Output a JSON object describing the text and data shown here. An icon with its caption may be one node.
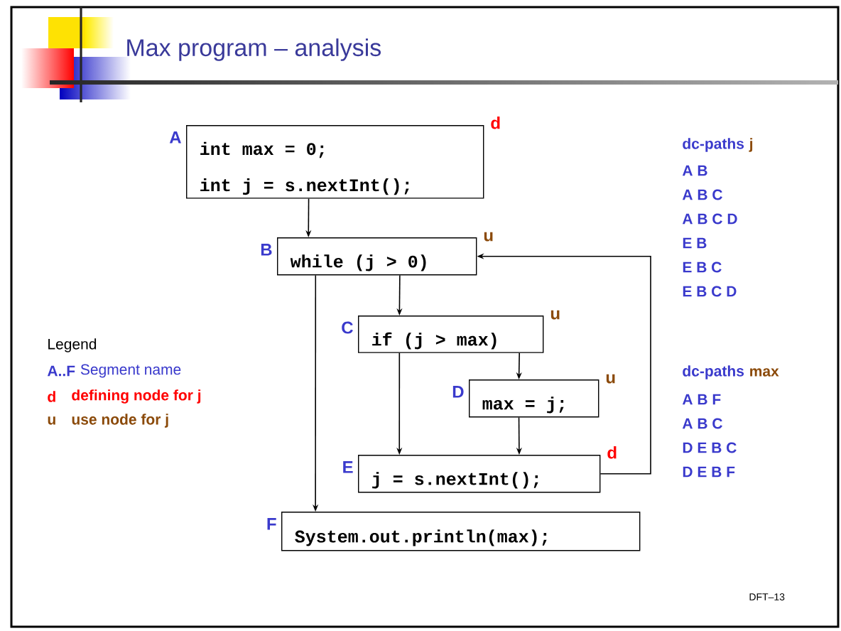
{
  "diagram": {
    "title": "Max program – analysis",
    "nodes": [
      {
        "text": [
          "int max = 0;",
          "int j = s.nextInt();"
        ],
        "beside": [
          "A",
          "d"
        ]
      },
      {
        "text": [
          "while (j > 0)"
        ],
        "beside": [
          "B",
          "u"
        ]
      },
      {
        "text": [
          "if (j > max)"
        ],
        "beside": [
          "C",
          "u"
        ]
      },
      {
        "text": [
          "max = j;"
        ],
        "beside": [
          "D",
          "u"
        ]
      },
      {
        "text": [
          "j = s.nextInt();"
        ],
        "beside": [
          "E",
          "d"
        ]
      },
      {
        "text": [
          "System.out.println(max);"
        ],
        "beside": [
          "F"
        ]
      }
    ],
    "edges": [
      {
        "from": 0,
        "to": 1,
        "arrow": "to"
      },
      {
        "from": 1,
        "to": 2,
        "arrow": "to"
      },
      {
        "from": 1,
        "to": 5,
        "arrow": "to"
      },
      {
        "from": 2,
        "to": 3,
        "arrow": "to"
      },
      {
        "from": 2,
        "to": 4,
        "arrow": "to"
      },
      {
        "from": 3,
        "to": 4,
        "arrow": "to"
      },
      {
        "from": 4,
        "to": 1,
        "arrow": "to"
      }
    ],
    "labels": [
      "Legend",
      "A..F",
      "Segment name",
      "d",
      "defining node for j",
      "u",
      "use node for j",
      "dc-paths",
      "j",
      "A B",
      "A B C",
      "A B C D",
      "E B",
      "E B C",
      "E B C D",
      "dc-paths",
      "max",
      "A B F",
      "A B C",
      "D E B C",
      "D E B F",
      "DFT–13"
    ]
  }
}
